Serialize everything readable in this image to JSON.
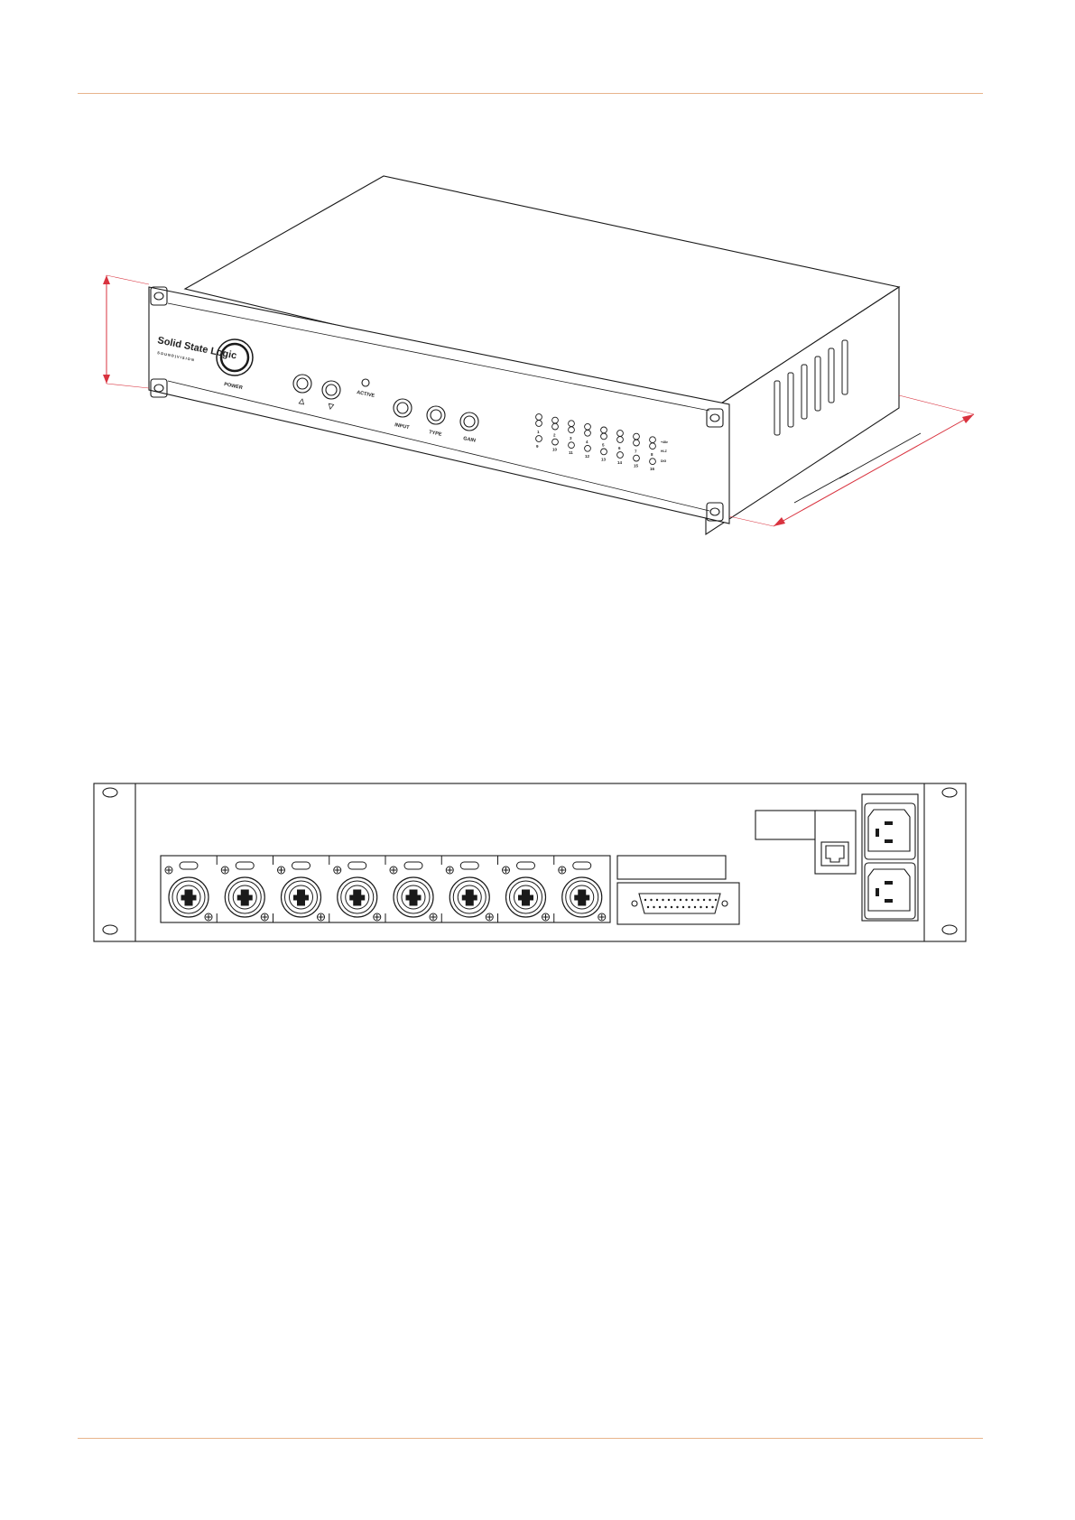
{
  "page": {
    "rule_color": "#e8b48c",
    "dimension_color": "#d9333f",
    "line_color": "#1a1a1a"
  },
  "front_unit": {
    "brand": "Solid State Logic",
    "brand_sub": "S O U N D  |  V I S I O N",
    "power_label": "POWER",
    "up_label": "△",
    "down_label": "▽",
    "active_label": "ACTIVE",
    "input_label": "INPUT",
    "type_label": "TYPE",
    "gain_label": "GAIN",
    "channel_labels_top": [
      "1",
      "2",
      "3",
      "4",
      "5",
      "6",
      "7",
      "8"
    ],
    "channel_labels_bottom": [
      "9",
      "10",
      "11",
      "12",
      "13",
      "14",
      "15",
      "16"
    ],
    "legend": [
      "+48v",
      "HI-Z",
      "DIG"
    ]
  },
  "rear_panel": {
    "combo_input_count": 8,
    "connectors": [
      {
        "name": "combo-xlr-jack-input",
        "count": 8
      },
      {
        "name": "d-sub-25-connector",
        "count": 1
      },
      {
        "name": "rj45-network-port",
        "count": 1
      },
      {
        "name": "iec-power-inlet",
        "count": 2
      }
    ]
  }
}
